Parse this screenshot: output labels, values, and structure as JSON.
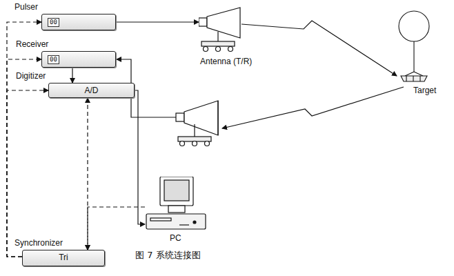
{
  "diagram": {
    "caption": "图 7 系统连接图",
    "nodes": [
      {
        "text": [
          "Pulser",
          "00"
        ]
      },
      {
        "text": [
          "Antenna (T/R)"
        ]
      },
      {
        "text": [
          "Target"
        ]
      },
      {
        "text": [
          "Receiver",
          "00"
        ]
      },
      {
        "text": [
          "Digitizer",
          "A/D"
        ]
      },
      {
        "text": [
          "PC"
        ]
      },
      {
        "text": [
          "Synchronizer",
          "Tri"
        ]
      }
    ],
    "edges": [
      {
        "from": 0,
        "to": 1,
        "arrow": "to"
      },
      {
        "from": 1,
        "to": 2,
        "arrow": "to"
      },
      {
        "from": 3,
        "to": 4,
        "arrow": "to"
      },
      {
        "from": 4,
        "to": 5,
        "arrow": "to"
      },
      {
        "from": 4,
        "to": 6,
        "arrow": "both"
      },
      {
        "from": 5,
        "to": 6,
        "arrow": "to"
      },
      {
        "from": 6,
        "to": 0,
        "arrow": "to"
      },
      {
        "from": 6,
        "to": 3,
        "arrow": "to"
      },
      {
        "from": 6,
        "to": 4,
        "arrow": "to"
      }
    ]
  }
}
